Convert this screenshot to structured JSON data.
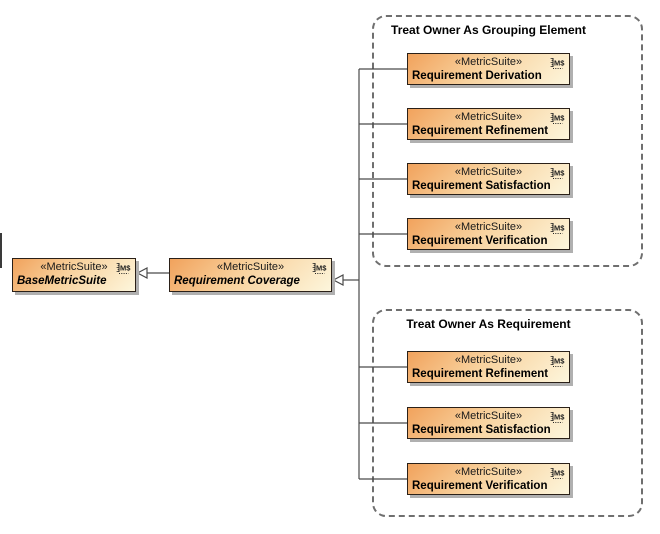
{
  "diagram": {
    "kind": "uml-metric-suite-generalization-diagram",
    "background": "#FFFFFF",
    "colors": {
      "node_fill_start": "#F1A25C",
      "node_fill_end": "#FDF6DC",
      "node_border": "#2A2018",
      "node_shadow": "#B0B0B0",
      "connector": "#4A4A4A",
      "group_border": "#6F6F6F",
      "text": "#000000"
    },
    "icon": "metric-suite-icon (small ruler with M$)"
  },
  "nodes": {
    "base": {
      "stereotype": "«MetricSuite»",
      "name": "BaseMetricSuite"
    },
    "coverage": {
      "stereotype": "«MetricSuite»",
      "name": "Requirement Coverage"
    }
  },
  "groups": [
    {
      "title": "Treat Owner As Grouping Element",
      "nodes": [
        {
          "stereotype": "«MetricSuite»",
          "name": "Requirement Derivation"
        },
        {
          "stereotype": "«MetricSuite»",
          "name": "Requirement Refinement"
        },
        {
          "stereotype": "«MetricSuite»",
          "name": "Requirement Satisfaction"
        },
        {
          "stereotype": "«MetricSuite»",
          "name": "Requirement Verification"
        }
      ]
    },
    {
      "title": "Treat Owner As Requirement",
      "nodes": [
        {
          "stereotype": "«MetricSuite»",
          "name": "Requirement Refinement"
        },
        {
          "stereotype": "«MetricSuite»",
          "name": "Requirement Satisfaction"
        },
        {
          "stereotype": "«MetricSuite»",
          "name": "Requirement Verification"
        }
      ]
    }
  ],
  "relationships": {
    "type": "generalization",
    "arrowhead": "hollow-triangle",
    "edges": [
      {
        "from": "Requirement Coverage",
        "to": "BaseMetricSuite"
      },
      {
        "from": "Requirement Derivation",
        "to": "Requirement Coverage"
      },
      {
        "from": "Requirement Refinement (grouping)",
        "to": "Requirement Coverage"
      },
      {
        "from": "Requirement Satisfaction (grouping)",
        "to": "Requirement Coverage"
      },
      {
        "from": "Requirement Verification (grouping)",
        "to": "Requirement Coverage"
      },
      {
        "from": "Requirement Refinement (requirement)",
        "to": "Requirement Coverage"
      },
      {
        "from": "Requirement Satisfaction (requirement)",
        "to": "Requirement Coverage"
      },
      {
        "from": "Requirement Verification (requirement)",
        "to": "Requirement Coverage"
      }
    ]
  }
}
